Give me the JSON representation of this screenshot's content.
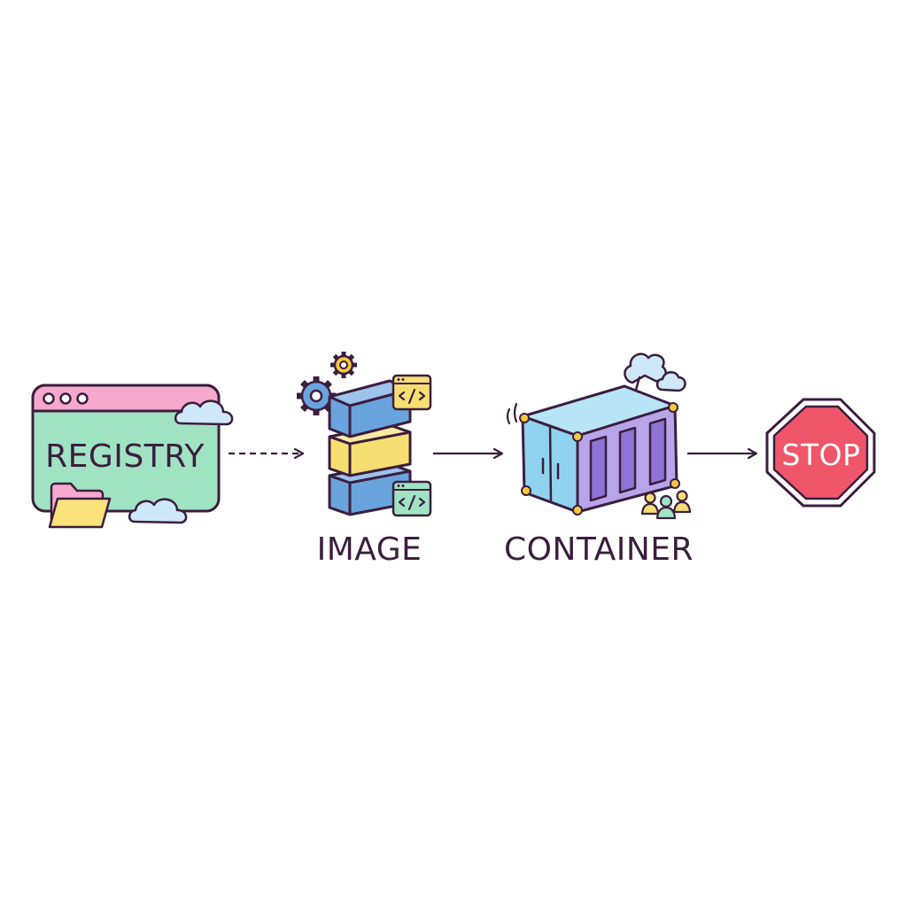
{
  "diagram": {
    "nodes": [
      {
        "id": "registry",
        "label": "REGISTRY"
      },
      {
        "id": "image",
        "label": "IMAGE"
      },
      {
        "id": "container",
        "label": "CONTAINER"
      },
      {
        "id": "stop",
        "label": "STOP"
      }
    ],
    "edges": [
      {
        "from": "registry",
        "to": "image",
        "style": "dashed"
      },
      {
        "from": "image",
        "to": "container",
        "style": "solid"
      },
      {
        "from": "container",
        "to": "stop",
        "style": "solid"
      }
    ],
    "colors": {
      "outline": "#3b1e3e",
      "registry_fill": "#9fe3c3",
      "registry_bar": "#f6a9cc",
      "folder": "#fbe27a",
      "folder_back": "#f6a9cc",
      "cloud": "#cfe8f7",
      "layer_blue": "#6aa4de",
      "layer_yellow": "#f7de72",
      "code_badge": "#f7de72",
      "code_badge_green": "#9fe3c3",
      "gear": "#6aa4de",
      "gear_yellow": "#f5c842",
      "container_body": "#8fd3f0",
      "container_side": "#b8a4e8",
      "container_panel": "#8f73d6",
      "corner": "#f5c842",
      "people": "#9fe3c3",
      "people_yellow": "#f7de72",
      "stop_fill": "#f0566a",
      "stop_text": "#ffffff"
    },
    "icons": [
      "window-dots-icon",
      "folder-icon",
      "cloud-icon",
      "gear-icon",
      "code-icon",
      "steam-icon",
      "people-icon",
      "stop-sign-icon",
      "motion-lines-icon"
    ]
  }
}
